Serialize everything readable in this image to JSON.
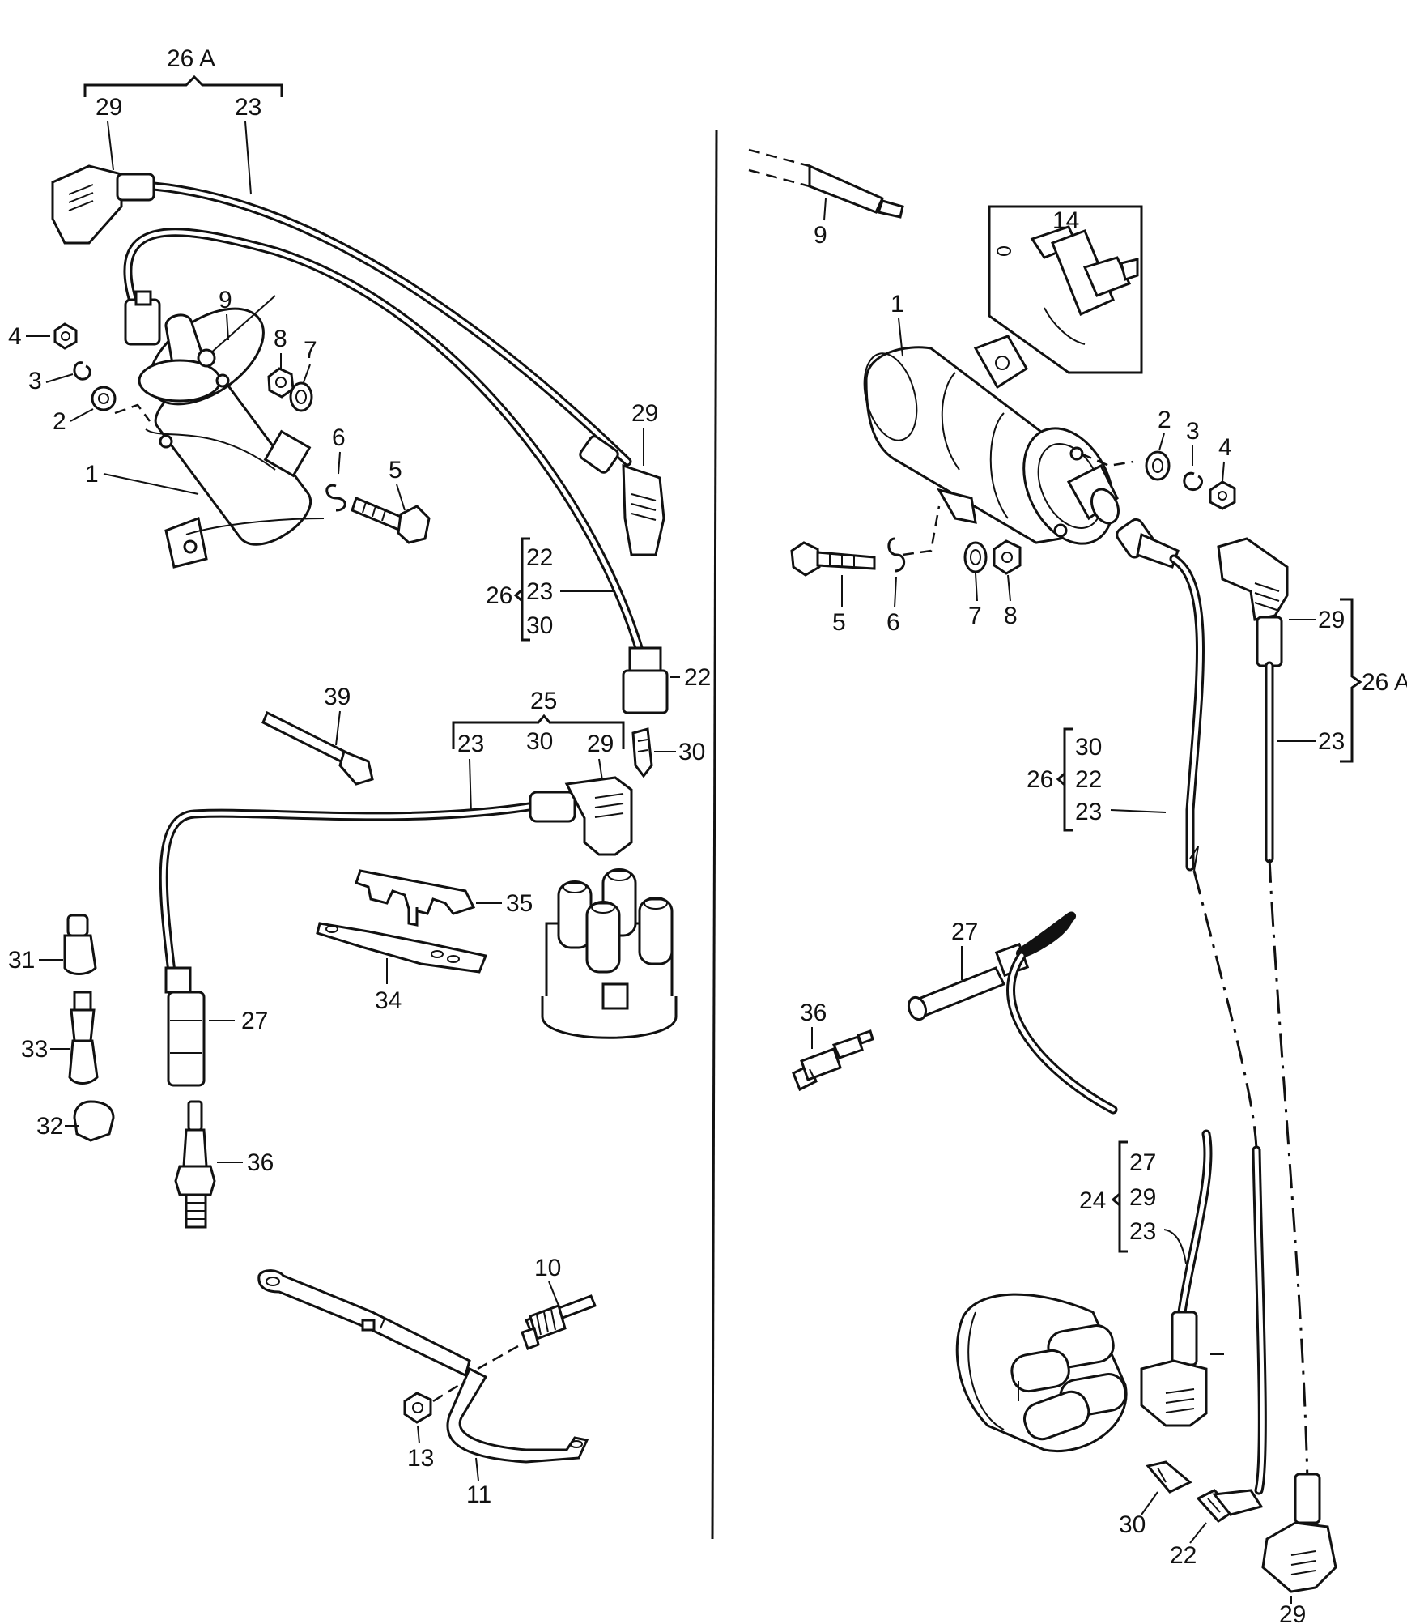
{
  "callouts": {
    "left": {
      "g26a": "26 A",
      "p29a": "29",
      "p23a": "23",
      "p4": "4",
      "p3": "3",
      "p2": "2",
      "p1": "1",
      "p9": "9",
      "p8": "8",
      "p7": "7",
      "p6": "6",
      "p5": "5",
      "p29b": "29",
      "g26": "26",
      "g26_22": "22",
      "g26_23": "23",
      "g26_30": "30",
      "p22": "22",
      "p39": "39",
      "g25": "25",
      "g25_23": "23",
      "g25_30": "30",
      "g25_29": "29",
      "p30": "30",
      "p35": "35",
      "p34": "34",
      "p31": "31",
      "p33": "33",
      "p32": "32",
      "p27": "27",
      "p36": "36",
      "p10": "10",
      "p13": "13",
      "p11": "11"
    },
    "right": {
      "p9": "9",
      "p14": "14",
      "p1": "1",
      "p2": "2",
      "p3": "3",
      "p4": "4",
      "p5": "5",
      "p6": "6",
      "p7": "7",
      "p8": "8",
      "p29a": "29",
      "g26a": "26 A",
      "p23a": "23",
      "g26": "26",
      "g26_30": "30",
      "g26_22": "22",
      "g26_23": "23",
      "p27": "27",
      "p36": "36",
      "g24": "24",
      "g24_27": "27",
      "g24_29": "29",
      "g24_23": "23",
      "p30": "30",
      "p22": "22",
      "p29b": "29"
    }
  }
}
